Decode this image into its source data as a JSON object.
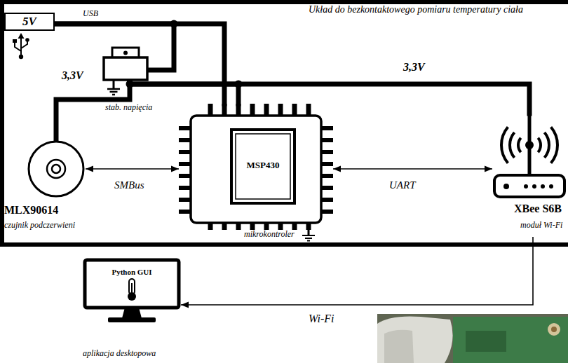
{
  "diagram": {
    "nodes": [
      {
        "text": [
          "Układ do bezkontaktowego pomiaru temperatury ciała"
        ]
      },
      {
        "text": [
          "5V"
        ],
        "in": 0
      },
      {
        "text": [
          "stab. napięcia"
        ],
        "in": 0
      },
      {
        "text": [
          "MLX90614",
          "czujnik podczerwieni"
        ],
        "in": 0
      },
      {
        "text": [
          "MSP430",
          "mikrokontroler"
        ],
        "in": 0
      },
      {
        "text": [
          "XBee S6B",
          "moduł Wi-Fi"
        ],
        "in": 0
      },
      {
        "text": [
          "Python GUI",
          "aplikacja desktopowa"
        ]
      }
    ],
    "edges": [
      {
        "from": 1,
        "to": 2,
        "arrow": "none"
      },
      {
        "from": 1,
        "to": 4,
        "arrow": "none"
      },
      {
        "from": 2,
        "to": 3,
        "arrow": "none"
      },
      {
        "from": 2,
        "to": 4,
        "arrow": "none"
      },
      {
        "from": 2,
        "to": 5,
        "arrow": "none"
      },
      {
        "from": 3,
        "to": 4,
        "label": "SMBus",
        "arrow": "both"
      },
      {
        "from": 4,
        "to": 5,
        "label": "UART",
        "arrow": "both"
      },
      {
        "from": 5,
        "to": 6,
        "label": "Wi-Fi",
        "arrow": "to"
      }
    ],
    "labels": [
      "USB",
      "3,3V",
      "3,3V"
    ]
  }
}
